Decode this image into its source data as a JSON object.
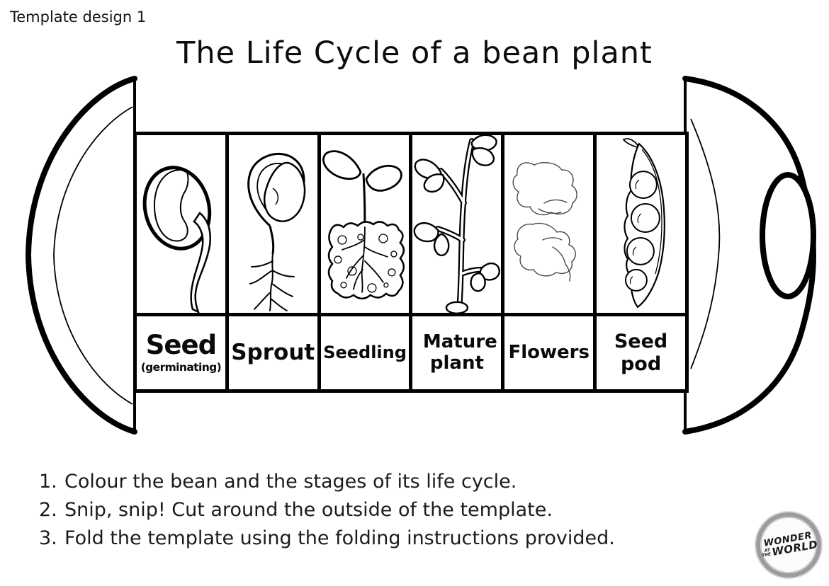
{
  "header": {
    "template_label": "Template design 1",
    "title": "The Life Cycle of a bean plant"
  },
  "template": {
    "stages": [
      {
        "label": "Seed",
        "sublabel": "(germinating)",
        "illustration": "germinating-seed"
      },
      {
        "label": "Sprout",
        "illustration": "sprout-with-roots"
      },
      {
        "label": "Seedling",
        "illustration": "seedling-in-soil"
      },
      {
        "label": "Mature plant",
        "illustration": "mature-plant"
      },
      {
        "label": "Flowers",
        "illustration": "bean-flowers"
      },
      {
        "label": "Seed pod",
        "illustration": "seed-pod"
      }
    ]
  },
  "instructions": {
    "items": [
      {
        "number": "1.",
        "text": "Colour the bean and the stages of its life cycle."
      },
      {
        "number": "2.",
        "text": "Snip, snip! Cut around the outside of the template."
      },
      {
        "number": "3.",
        "text": "Fold the template using the folding instructions provided."
      }
    ]
  },
  "logo": {
    "line1": "WONDER",
    "line2": "AT",
    "line3": "THE",
    "line4": "WORLD"
  },
  "colors": {
    "ink": "#000000",
    "body_text": "#1c1c1c",
    "logo_ring": "#9c9c9c"
  }
}
